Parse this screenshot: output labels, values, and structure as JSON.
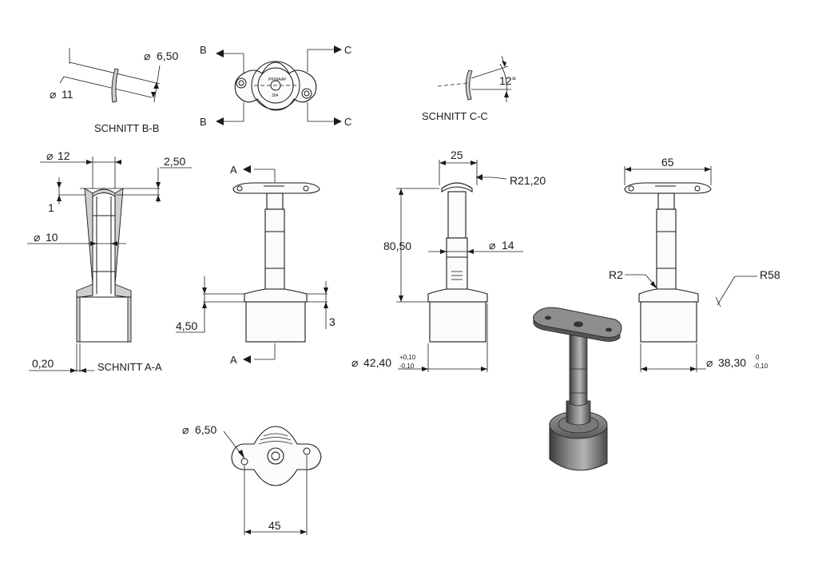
{
  "section_labels": {
    "bb": "SCHNITT B-B",
    "cc": "SCHNITT C-C",
    "aa": "SCHNITT A-A"
  },
  "cut_letters": {
    "a": "A",
    "b": "B",
    "c": "C"
  },
  "plate_text": {
    "brand": "PRIMAAP",
    "grade": "304"
  },
  "dimensions": {
    "d_6_50": "6,50",
    "d_11": "11",
    "angle_12": "12°",
    "d_12": "12",
    "d_2_50": "2,50",
    "d_1": "1",
    "d_10": "10",
    "d_0_20": "0,20",
    "d_4_50": "4,50",
    "d_3": "3",
    "d_25": "25",
    "r_21_20": "R21,20",
    "d_80_50": "80,50",
    "d_14": "14",
    "d_42_40": "42,40",
    "tol_42_up": "+0,10",
    "tol_42_dn": "-0,10",
    "d_65": "65",
    "r_2": "R2",
    "r_58": "R58",
    "d_38_30": "38,30",
    "tol_38_up": "0",
    "tol_38_dn": "-0,10",
    "d_6_50_top": "6,50",
    "d_45": "45"
  },
  "symbols": {
    "diameter": "⌀"
  },
  "colors": {
    "line": "#1a1a1a",
    "hatch": "#cfcfcf",
    "paper": "#ffffff",
    "render_metal": "#6e6e6e"
  }
}
